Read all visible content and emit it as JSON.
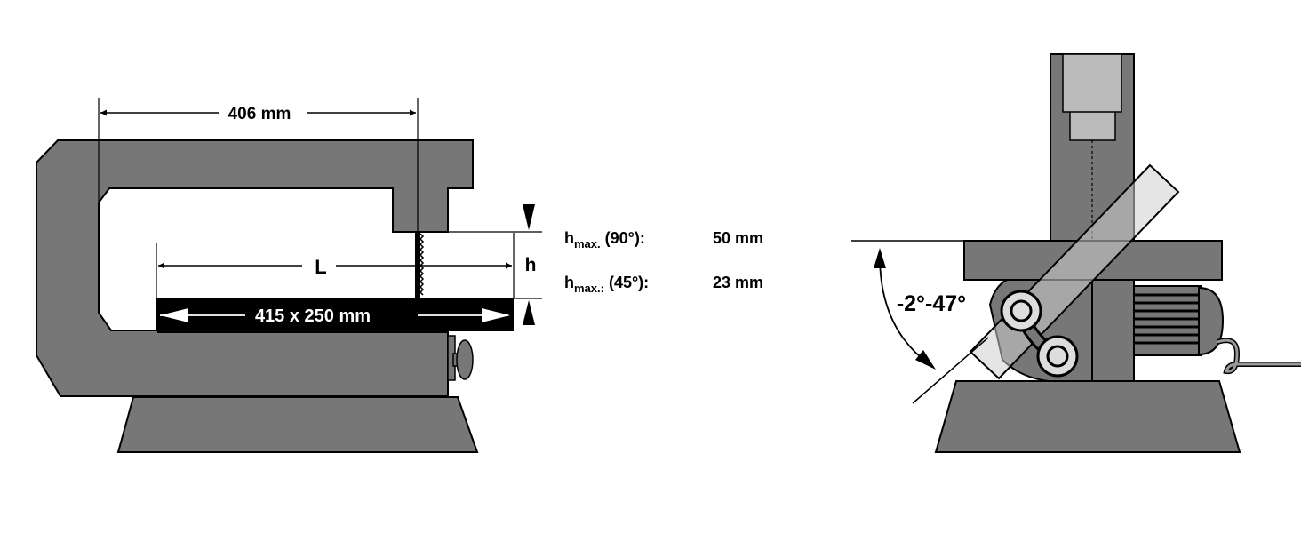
{
  "front_view": {
    "throat_depth": "406 mm",
    "length_symbol": "L",
    "height_symbol": "h",
    "table_size": "415 x 250 mm"
  },
  "specs": [
    {
      "label_main": "h",
      "label_sub": "max.",
      "label_suffix": " (90°):",
      "value": "50 mm"
    },
    {
      "label_main": "h",
      "label_sub": "max.:",
      "label_suffix": " (45°):",
      "value": "23 mm"
    }
  ],
  "side_view": {
    "tilt_range": "-2°-47°"
  },
  "colors": {
    "body_gray": "#777777",
    "light_gray": "#bbbbbb",
    "outline": "#000000",
    "table_black": "#000000"
  }
}
